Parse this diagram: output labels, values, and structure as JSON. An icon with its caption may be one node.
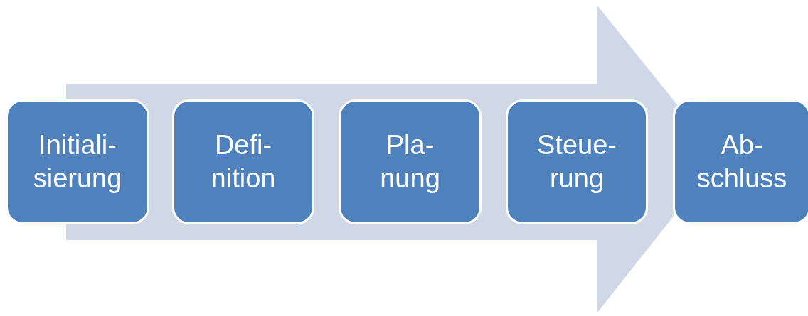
{
  "diagram": {
    "nodes": [
      {
        "text": [
          "Initiali- sierung"
        ]
      },
      {
        "text": [
          "Defi- nition"
        ]
      },
      {
        "text": [
          "Pla- nung"
        ]
      },
      {
        "text": [
          "Steue- rung"
        ]
      },
      {
        "text": [
          "Ab- schluss"
        ]
      }
    ]
  }
}
